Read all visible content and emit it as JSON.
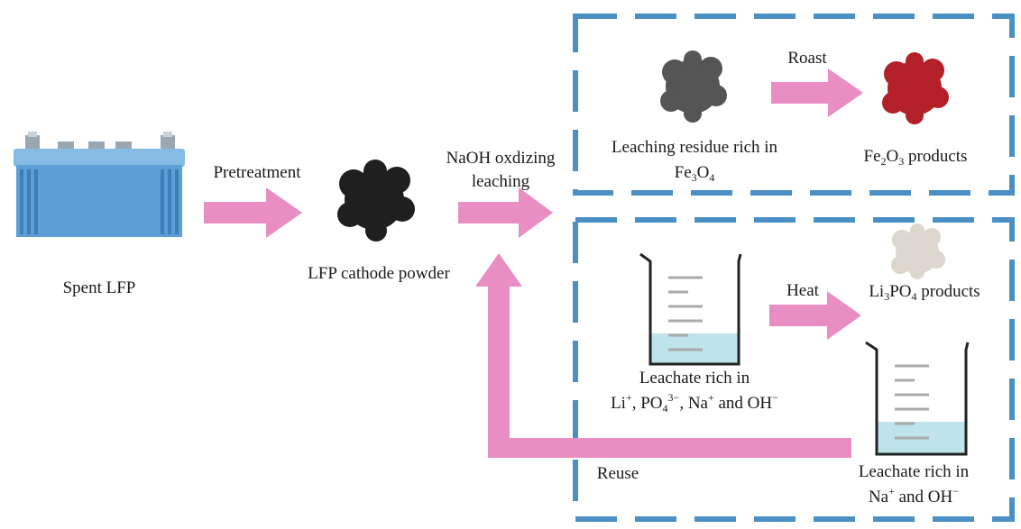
{
  "labels": {
    "spent_lfp": "Spent LFP",
    "pretreatment": "Pretreatment",
    "lfp_powder": "LFP cathode powder",
    "naoh_line1": "NaOH oxdizing",
    "naoh_line2": "leaching",
    "roast": "Roast",
    "residue_line1": "Leaching residue rich in",
    "residue_fe": "Fe",
    "residue_sub1": "3",
    "residue_o": "O",
    "residue_sub2": "4",
    "fe2o3_fe": "Fe",
    "fe2o3_sub1": "2",
    "fe2o3_o": "O",
    "fe2o3_sub2": "3",
    "fe2o3_rest": " products",
    "heat": "Heat",
    "li3po4_li": "Li",
    "li3po4_sub1": "3",
    "li3po4_po": "PO",
    "li3po4_sub2": "4",
    "li3po4_rest": " products",
    "leachate1_line1": "Leachate rich in",
    "l1_li": "Li",
    "l1_sup1": "+",
    "l1_po": ", PO",
    "l1_sub": "4",
    "l1_sup2": "3−",
    "l1_na": ", Na",
    "l1_sup3": "+",
    "l1_oh": " and OH",
    "l1_sup4": "−",
    "reuse": "Reuse",
    "leachate2_line1": "Leachate rich in",
    "l2_na": "Na",
    "l2_sup1": "+",
    "l2_oh": " and OH",
    "l2_sup2": "−"
  },
  "colors": {
    "arrow": "#e98ec3",
    "dashed_box": "#4a90c4",
    "battery_body": "#5b9fd6",
    "powder_black": "#1f1f1f",
    "residue_gray": "#555555",
    "fe2o3_red": "#b3202a",
    "li3po4_beige": "#ddd6cc",
    "liquid": "#bfe3ea"
  }
}
